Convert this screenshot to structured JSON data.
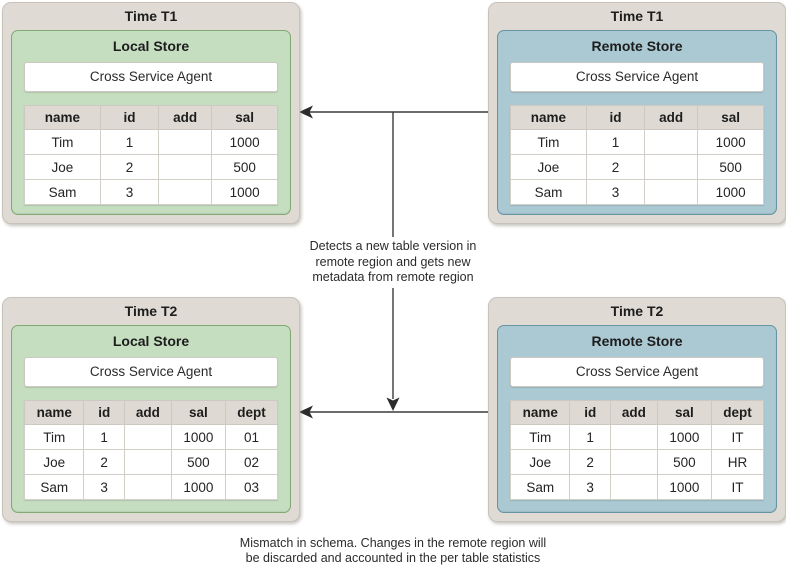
{
  "colors": {
    "panel_fill": "#dfdbd4",
    "panel_border": "#c7c2ba",
    "local_store_fill": "#c5dec0",
    "local_store_border": "#83a972",
    "remote_store_fill": "#abc9d3",
    "remote_store_border": "#6694a4",
    "table_header_fill": "#dedad3",
    "arrow": "#3b3b3b"
  },
  "panels": [
    {
      "time_label": "Time T1",
      "store_label": "Local Store",
      "agent_label": "Cross Service Agent",
      "table": {
        "columns": [
          "name",
          "id",
          "add",
          "sal"
        ],
        "rows": [
          [
            "Tim",
            "1",
            "",
            "1000"
          ],
          [
            "Joe",
            "2",
            "",
            "500"
          ],
          [
            "Sam",
            "3",
            "",
            "1000"
          ]
        ]
      }
    },
    {
      "time_label": "Time T1",
      "store_label": "Remote Store",
      "agent_label": "Cross Service Agent",
      "table": {
        "columns": [
          "name",
          "id",
          "add",
          "sal"
        ],
        "rows": [
          [
            "Tim",
            "1",
            "",
            "1000"
          ],
          [
            "Joe",
            "2",
            "",
            "500"
          ],
          [
            "Sam",
            "3",
            "",
            "1000"
          ]
        ]
      }
    },
    {
      "time_label": "Time T2",
      "store_label": "Local Store",
      "agent_label": "Cross Service Agent",
      "table": {
        "columns": [
          "name",
          "id",
          "add",
          "sal",
          "dept"
        ],
        "rows": [
          [
            "Tim",
            "1",
            "",
            "1000",
            "01"
          ],
          [
            "Joe",
            "2",
            "",
            "500",
            "02"
          ],
          [
            "Sam",
            "3",
            "",
            "1000",
            "03"
          ]
        ]
      }
    },
    {
      "time_label": "Time T2",
      "store_label": "Remote Store",
      "agent_label": "Cross Service Agent",
      "table": {
        "columns": [
          "name",
          "id",
          "add",
          "sal",
          "dept"
        ],
        "rows": [
          [
            "Tim",
            "1",
            "",
            "1000",
            "IT"
          ],
          [
            "Joe",
            "2",
            "",
            "500",
            "HR"
          ],
          [
            "Sam",
            "3",
            "",
            "1000",
            "IT"
          ]
        ]
      }
    }
  ],
  "note": {
    "lines": [
      "Detects a new table version in",
      "remote region and gets new",
      "metadata from remote region"
    ]
  },
  "caption": {
    "lines": [
      "Mismatch in schema. Changes in the remote region will",
      "be discarded and accounted in the per table statistics"
    ]
  }
}
